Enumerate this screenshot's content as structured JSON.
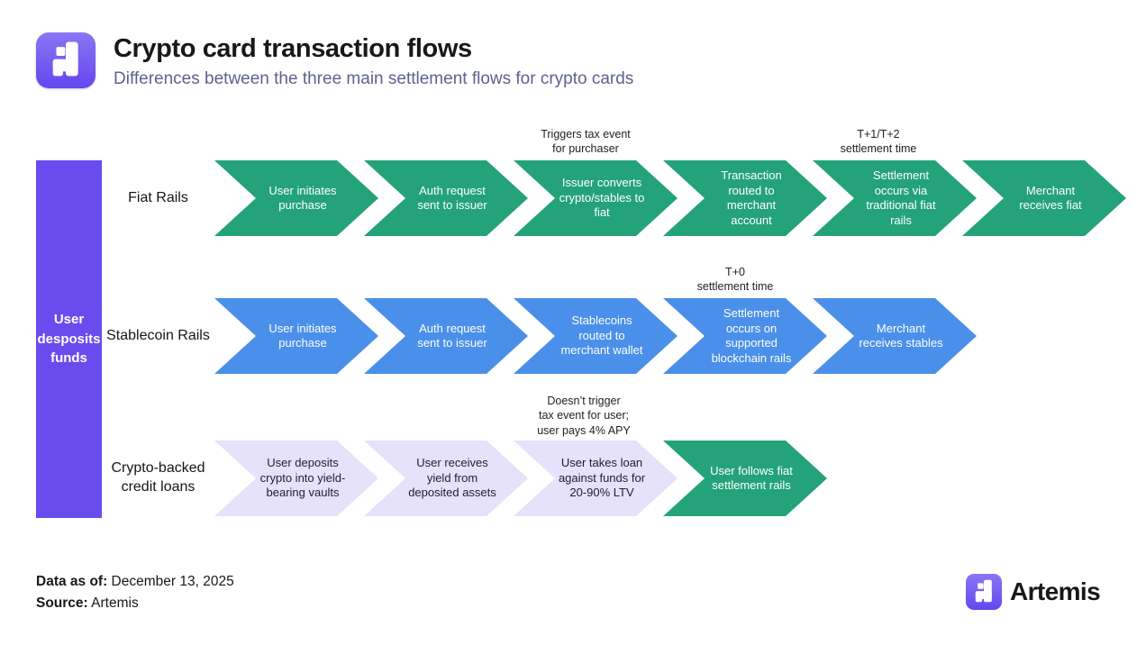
{
  "header": {
    "title": "Crypto card transaction flows",
    "subtitle": "Differences between the three main settlement flows for crypto cards"
  },
  "sidebar": {
    "label": "User desposits funds"
  },
  "rows": [
    {
      "label": "Fiat Rails",
      "color": "#24a27a",
      "steps": [
        "User initiates purchase",
        "Auth request sent to issuer",
        "Issuer converts crypto/stables to fiat",
        "Transaction routed to merchant account",
        "Settlement occurs via traditional fiat rails",
        "Merchant receives fiat"
      ]
    },
    {
      "label": "Stablecoin Rails",
      "color": "#4a90ea",
      "steps": [
        "User initiates purchase",
        "Auth request sent to issuer",
        "Stablecoins routed to merchant wallet",
        "Settlement occurs on supported blockchain rails",
        "Merchant receives stables"
      ]
    },
    {
      "label": "Crypto-backed credit loans",
      "color": "#e5e2f9",
      "steps": [
        "User deposits crypto into yield-bearing vaults",
        "User receives yield from deposited assets",
        "User takes loan against funds for 20-90% LTV",
        "User follows fiat settlement rails"
      ]
    }
  ],
  "annotations": {
    "tax_event": "Triggers tax event\nfor purchaser",
    "t1_t2": "T+1/T+2\nsettlement time",
    "t0": "T+0\nsettlement time",
    "no_tax": "Doesn’t trigger\ntax event for user;\nuser pays 4% APY"
  },
  "footer": {
    "data_as_of_label": "Data as of:",
    "data_as_of_value": " December 13, 2025",
    "source_label": "Source:",
    "source_value": " Artemis",
    "brand": "Artemis"
  },
  "colors": {
    "fiat_green": "#24a27a",
    "stablecoin_blue": "#4a90ea",
    "loan_lavender": "#e5e2f9",
    "sidebar_purple": "#6a4bee",
    "brand_purple": "#6c4ef0",
    "subtitle_slate": "#5d6190",
    "text_dark": "#17171c"
  }
}
